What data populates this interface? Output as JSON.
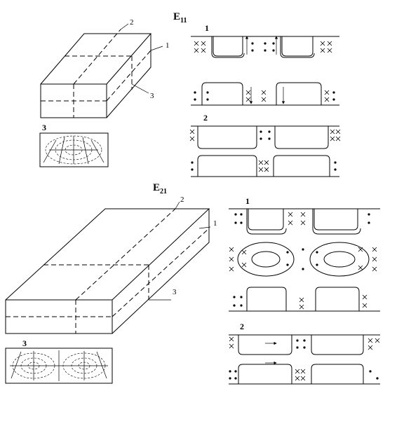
{
  "top": {
    "mode_main": "E",
    "mode_sub": "11",
    "callouts": [
      "2",
      "1",
      "3"
    ],
    "cross_section_label": "3",
    "panel_labels": [
      "1",
      "2"
    ]
  },
  "bottom": {
    "mode_main": "E",
    "mode_sub": "21",
    "callouts": [
      "2",
      "1",
      "3"
    ],
    "cross_section_label": "3",
    "panel_labels": [
      "1",
      "2"
    ]
  }
}
